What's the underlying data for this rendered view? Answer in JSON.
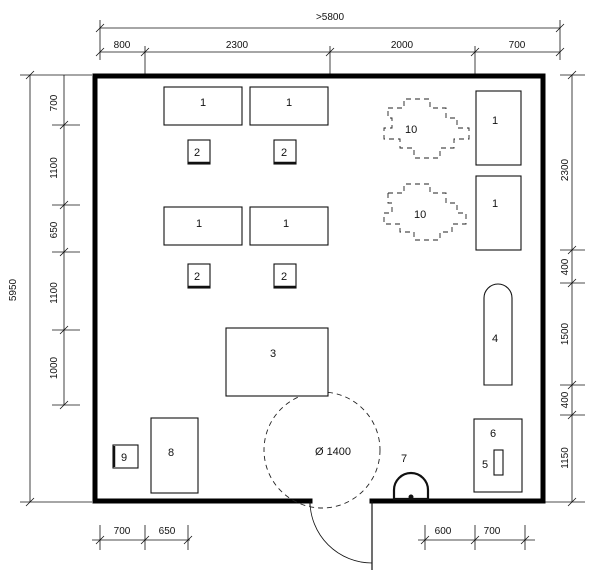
{
  "dimensions": {
    "top_overall": ">5800",
    "top_segments": [
      "800",
      "2300",
      "2000",
      "700"
    ],
    "left_overall": "5950",
    "left_segments": [
      "700",
      "1100",
      "650",
      "1100",
      "1000"
    ],
    "right_segments": [
      "2300",
      "400",
      "1500",
      "400",
      "1150"
    ],
    "bottom_left": [
      "700",
      "650"
    ],
    "bottom_right": [
      "600",
      "700"
    ]
  },
  "labels": {
    "one": "1",
    "two": "2",
    "three": "3",
    "four": "4",
    "five": "5",
    "six": "6",
    "seven": "7",
    "eight": "8",
    "nine": "9",
    "ten": "10",
    "turning_circle": "Ø 1400"
  }
}
